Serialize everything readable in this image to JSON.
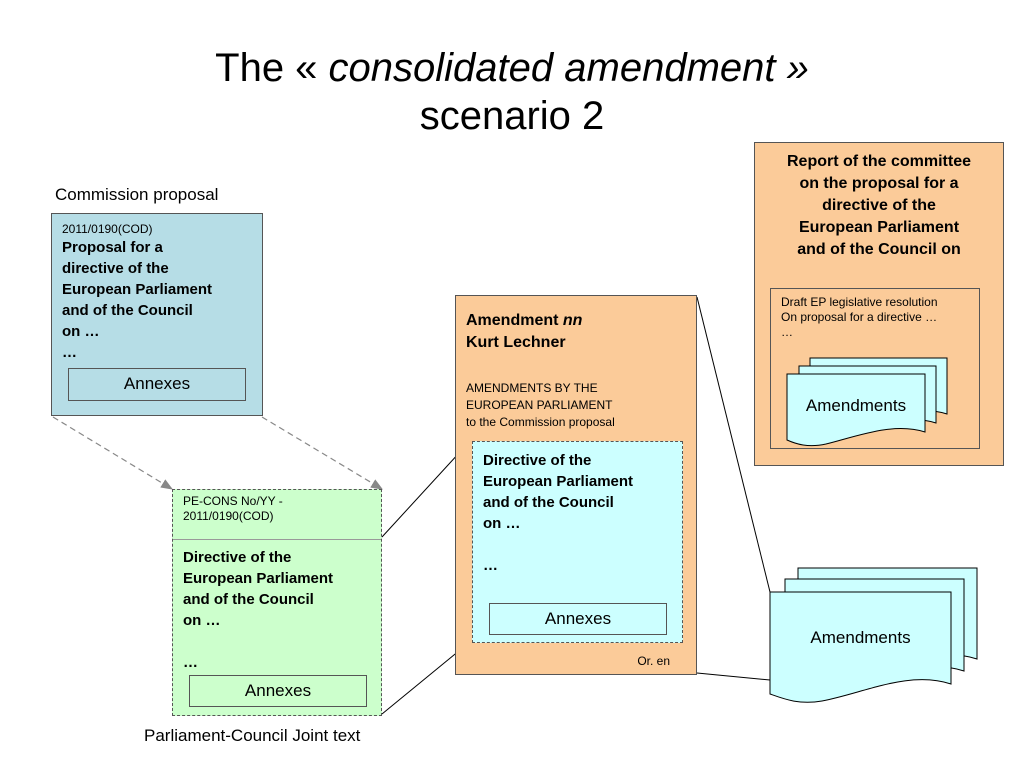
{
  "title": {
    "prefix": "The « ",
    "emphasis": "consolidated amendment »",
    "line2": "scenario 2"
  },
  "commission": {
    "caption": "Commission proposal",
    "ref": "2011/0190(COD)",
    "body": "Proposal for a\ndirective of the\nEuropean Parliament\nand of the Council\non …\n…",
    "annex": "Annexes"
  },
  "joint": {
    "ref": "PE-CONS No/YY -\n2011/0190(COD)",
    "body": "Directive of the\nEuropean Parliament\nand of the Council\non …\n\n…",
    "annex": "Annexes",
    "caption": "Parliament-Council Joint text"
  },
  "amendment": {
    "heading": "Amendment ",
    "number": "nn",
    "author": "Kurt Lechner",
    "subtitle": "AMENDMENTS BY THE\nEUROPEAN PARLIAMENT\nto the Commission proposal",
    "inner_body": "Directive of the\nEuropean Parliament\nand of the Council\non …\n\n…",
    "annex": "Annexes",
    "language": "Or. en"
  },
  "report": {
    "title": "Report of the committee\non the proposal for a\ndirective of the\nEuropean Parliament\nand of the Council on",
    "resolution": "Draft EP legislative resolution\nOn proposal for a directive …\n…",
    "amendments_label": "Amendments"
  },
  "amendments_stack": {
    "label": "Amendments"
  },
  "colors": {
    "commission_fill": "#b6dde6",
    "joint_fill": "#ccffcc",
    "amendment_fill": "#fbcb99",
    "directive_fill": "#ccffff"
  }
}
